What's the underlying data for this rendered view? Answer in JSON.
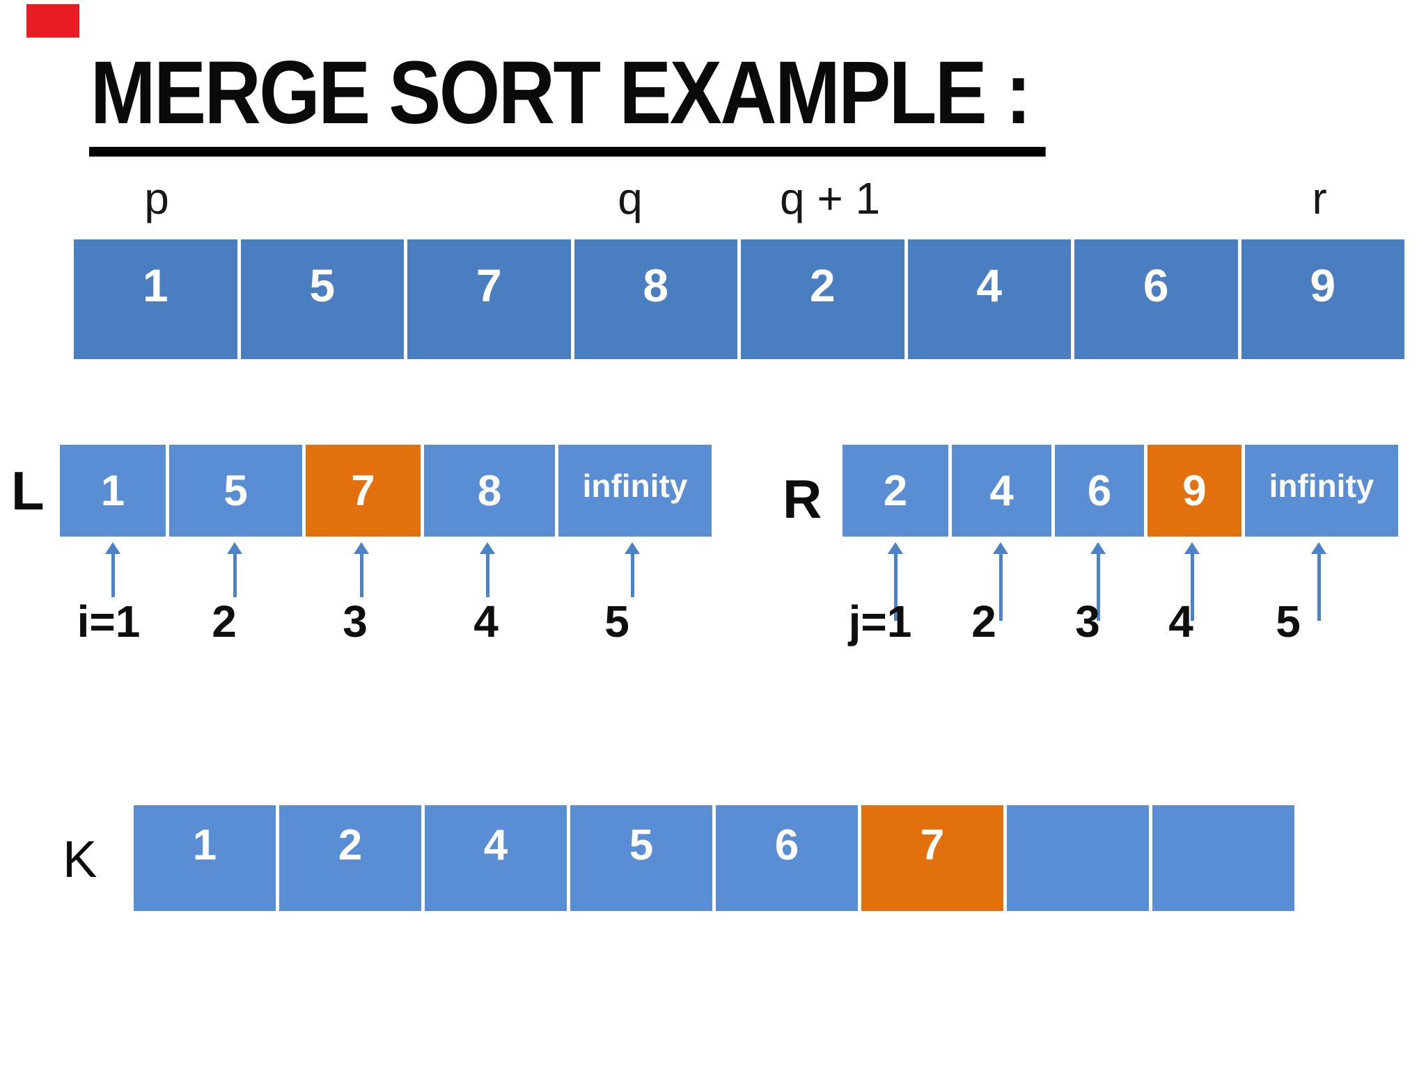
{
  "colors": {
    "top_cell_blue": "#4b7ec0",
    "light_cell_blue": "#5a8ed4",
    "highlight_orange": "#e2700c",
    "arrow_blue": "#4d82c4",
    "marker_red": "#e91c24"
  },
  "title": "MERGE SORT EXAMPLE :",
  "top_array": {
    "pointer_labels": [
      "p",
      "q",
      "q + 1",
      "r"
    ],
    "cells": [
      "1",
      "5",
      "7",
      "8",
      "2",
      "4",
      "6",
      "9"
    ]
  },
  "left_array": {
    "label": "L",
    "cells": [
      "1",
      "5",
      "7",
      "8",
      "infinity"
    ],
    "highlighted_index": 2,
    "index_labels": [
      "i=1",
      "2",
      "3",
      "4",
      "5"
    ]
  },
  "right_array": {
    "label": "R",
    "cells": [
      "2",
      "4",
      "6",
      "9",
      "infinity"
    ],
    "highlighted_index": 3,
    "index_labels": [
      "j=1",
      "2",
      "3",
      "4",
      "5"
    ]
  },
  "output_array": {
    "label": "K",
    "cells": [
      "1",
      "2",
      "4",
      "5",
      "6",
      "7",
      "",
      ""
    ],
    "highlighted_index": 5
  }
}
